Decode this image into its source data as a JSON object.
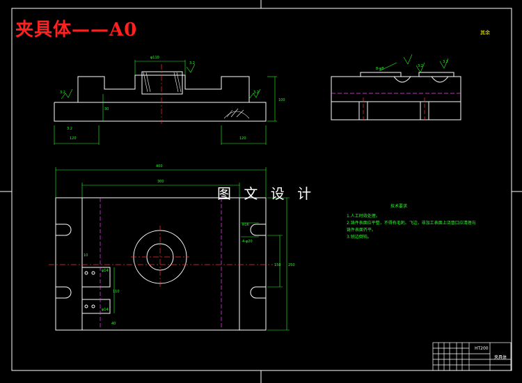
{
  "title": "夹具体——A0",
  "watermark": "图 文 设 计",
  "top_right_roughness": "其余",
  "technical_notes": {
    "heading": "技术要求",
    "items": [
      "1.人工时效处理。",
      "2.铸件表面应平整，不得有毛刺、飞边，非加工表面上浇冒口应清理与",
      "   铸件表面齐平。",
      "3.锐边倒钝。"
    ]
  },
  "title_block": {
    "part_name": "夹具体",
    "material": "HT200"
  },
  "colors": {
    "background": "#000000",
    "outline": "#ffffff",
    "dimension": "#22ff22",
    "centerline": "#ff3030",
    "hidden": "#ff40ff",
    "title": "#ff2020",
    "roughness": "#ffff00"
  }
}
